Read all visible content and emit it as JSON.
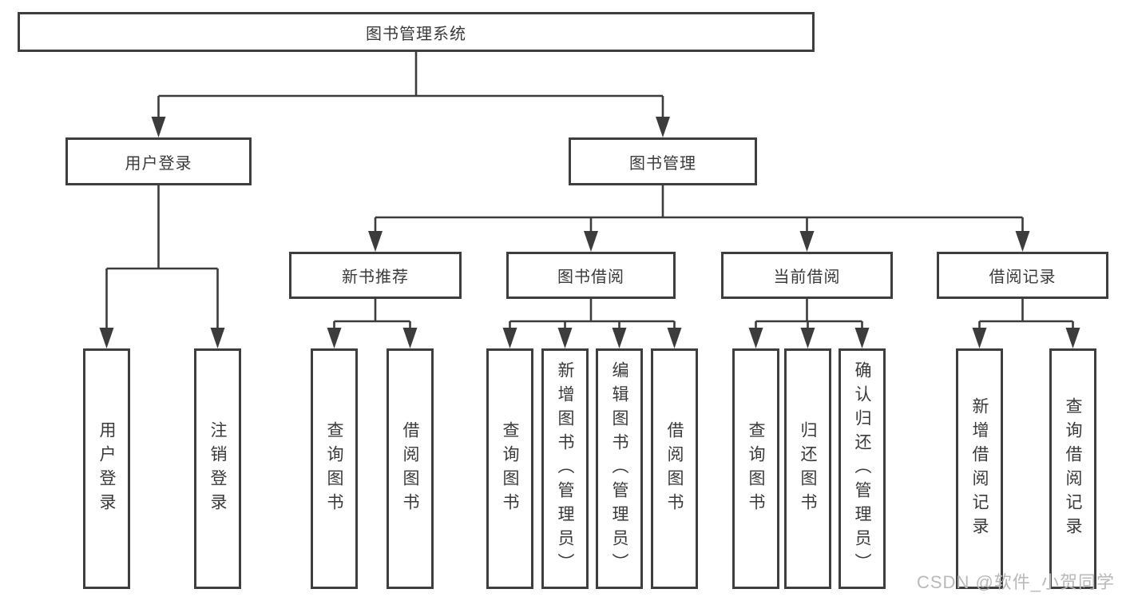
{
  "tree": {
    "root": {
      "label": "图书管理系统",
      "children": [
        {
          "label": "用户登录",
          "children": [
            {
              "label": "用户登录"
            },
            {
              "label": "注销登录"
            }
          ]
        },
        {
          "label": "图书管理",
          "children": [
            {
              "label": "新书推荐",
              "children": [
                {
                  "label": "查询图书"
                },
                {
                  "label": "借阅图书"
                }
              ]
            },
            {
              "label": "图书借阅",
              "children": [
                {
                  "label": "查询图书"
                },
                {
                  "label": "新增图书（管理员）"
                },
                {
                  "label": "编辑图书（管理员）"
                },
                {
                  "label": "借阅图书"
                }
              ]
            },
            {
              "label": "当前借阅",
              "children": [
                {
                  "label": "查询图书"
                },
                {
                  "label": "归还图书"
                },
                {
                  "label": "确认归还（管理员）"
                }
              ]
            },
            {
              "label": "借阅记录",
              "children": [
                {
                  "label": "新增借阅记录"
                },
                {
                  "label": "查询借阅记录"
                }
              ]
            }
          ]
        }
      ]
    }
  },
  "watermark": {
    "text": "CSDN @软件_小贺同学"
  },
  "colors": {
    "box_border": "#3e3e3e",
    "connector_line": "#3c3c3c",
    "text": "#3a3a3a",
    "background": "#ffffff",
    "watermark": "#b9b9b9"
  }
}
